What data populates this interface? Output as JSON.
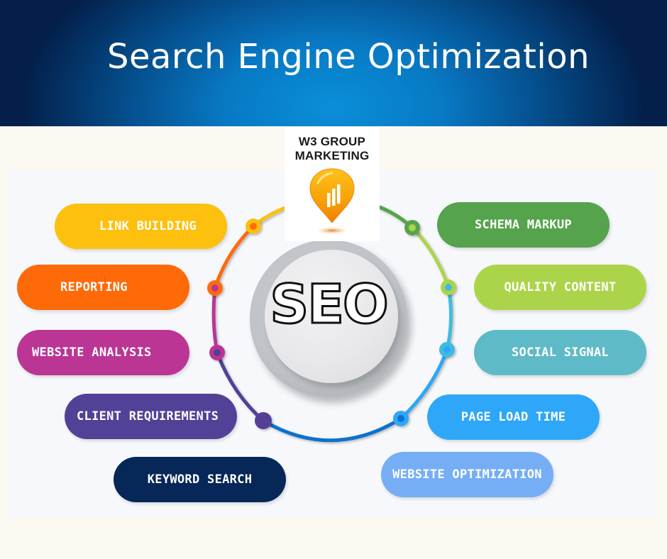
{
  "header": {
    "title": "Search Engine Optimization"
  },
  "logo": {
    "line1": "W3 GROUP",
    "line2": "MARKETING",
    "icon": "map-pin-chart-icon"
  },
  "center": {
    "label": "SEO"
  },
  "left_items": [
    {
      "label": "LINK BUILDING",
      "color": "#fdc00e"
    },
    {
      "label": "REPORTING",
      "color": "#ff6a08"
    },
    {
      "label": "WEBSITE ANALYSIS",
      "color": "#bb3595"
    },
    {
      "label": "CLIENT REQUIREMENTS",
      "color": "#524196"
    },
    {
      "label": "KEYWORD SEARCH",
      "color": "#062758"
    }
  ],
  "right_items": [
    {
      "label": "SCHEMA MARKUP",
      "color": "#55a34d"
    },
    {
      "label": "QUALITY CONTENT",
      "color": "#acd44a"
    },
    {
      "label": "SOCIAL SIGNAL",
      "color": "#5fbac7"
    },
    {
      "label": "PAGE LOAD TIME",
      "color": "#2ea7f8"
    },
    {
      "label": "WEBSITE OPTIMIZATION",
      "color": "#76aef6"
    }
  ]
}
